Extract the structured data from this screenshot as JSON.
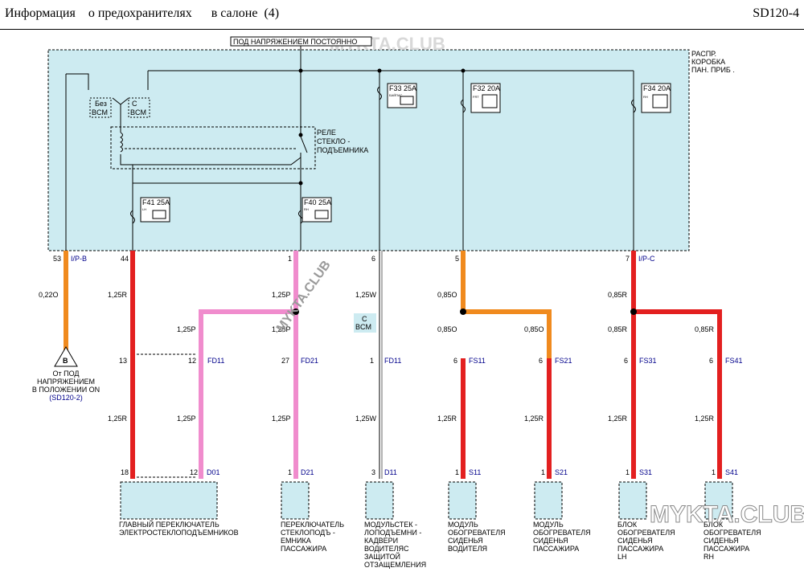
{
  "header": {
    "title": "Информация    о предохранителях      в салоне  (4)",
    "code": "SD120-4"
  },
  "top_bar_label": "ПОД НАПРЯЖЕНИЕМ  ПОСТОЯННО",
  "box_label": [
    "РАСПР.",
    "КОРОБКА",
    "ПАН. ПРИБ ."
  ],
  "options": {
    "without_bcm": [
      "Без",
      "BCM"
    ],
    "with_bcm": [
      "С",
      "BCM"
    ]
  },
  "relay_label": [
    "РЕЛЕ",
    "СТЕКЛО -",
    "ПОДЪЕМНИКА"
  ],
  "fuses": {
    "f33": {
      "label": "F33 25A",
      "sub": "БАЙПАС"
    },
    "f32": {
      "label": "F32 20A",
      "sub": "FRT"
    },
    "f34": {
      "label": "F34 20A",
      "sub": "RH"
    },
    "f41": {
      "label": "F41 25A",
      "sub": "LH"
    },
    "f40": {
      "label": "F40 25A",
      "sub": "RH"
    }
  },
  "box_pins": {
    "p53": "53",
    "p44": "44",
    "p1": "1",
    "p6": "6",
    "p5": "5",
    "p7": "7",
    "ipb": "I/P-B",
    "ipc": "I/P-C"
  },
  "wires": {
    "w022o": "0,22O",
    "w125r": "1,25R",
    "w125p": "1,25P",
    "w125w": "1,25W",
    "w085o": "0,85O",
    "w085r": "0,85R"
  },
  "bcm_tag": [
    "С",
    "BCM"
  ],
  "mid_connectors": {
    "n13": "13",
    "n12": "12",
    "fd11": "FD11",
    "n27": "27",
    "fd21": "FD21",
    "n1": "1",
    "fd11b": "FD11",
    "n6": "6",
    "fs11": "FS11",
    "fs21": "FS21",
    "fs31": "FS31",
    "fs41": "FS41"
  },
  "bottom_connectors": {
    "n18": "18",
    "n12": "12",
    "d01": "D01",
    "n1": "1",
    "d21": "D21",
    "n3": "3",
    "d11": "D11",
    "s11": "S11",
    "s21": "S21",
    "s31": "S31",
    "s41": "S41"
  },
  "power_ref": {
    "symbol": "B",
    "lines": [
      "От ПОД",
      "НАПРЯЖЕНИЕМ",
      "В ПОЛОЖЕНИИ ON"
    ],
    "ref": "(SD120-2)"
  },
  "components": {
    "main_switch": [
      "ГЛАВНЫЙ  ПЕРЕКЛЮЧАТЕЛЬ",
      "ЭЛЕКТРОСТЕКЛОПОДЪЕМНИКОВ"
    ],
    "pass_switch": [
      "ПЕРЕКЛЮЧАТЕЛЬ",
      "СТЕКЛОПОДЪ  -",
      "ЕМНИКА",
      "ПАССАЖИРА"
    ],
    "module": [
      "МОДУЛЬСТЕК  -",
      "ЛОПОДЪЕМНИ  -",
      "КАДВЕРИ",
      "ВОДИТЕЛЯС",
      "ЗАЩИТОЙ",
      "ОТЗАЩЕМЛЕНИЯ"
    ],
    "heater_driver": [
      "МОДУЛЬ",
      "ОБОГРЕВАТЕЛЯ",
      "СИДЕНЬЯ",
      "ВОДИТЕЛЯ"
    ],
    "heater_pass": [
      "МОДУЛЬ",
      "ОБОГРЕВАТЕЛЯ",
      "СИДЕНЬЯ",
      "ПАССАЖИРА"
    ],
    "block_lh": [
      "БЛОК",
      "ОБОГРЕВАТЕЛЯ",
      "СИДЕНЬЯ",
      "ПАССАЖИРА",
      "LH"
    ],
    "block_rh": [
      "БЛОК",
      "ОБОГРЕВАТЕЛЯ",
      "СИДЕНЬЯ",
      "ПАССАЖИРА",
      "RH"
    ]
  },
  "watermarks": {
    "top": "MYKTA.CLUB",
    "diag": "MYKTA.CLUB",
    "corner": "MYKTA.CLUB"
  },
  "colors": {
    "red": "#e32020",
    "orange": "#f08a1e",
    "pink": "#f08ccd",
    "box": "#cdebf1",
    "label": "#00008b"
  }
}
